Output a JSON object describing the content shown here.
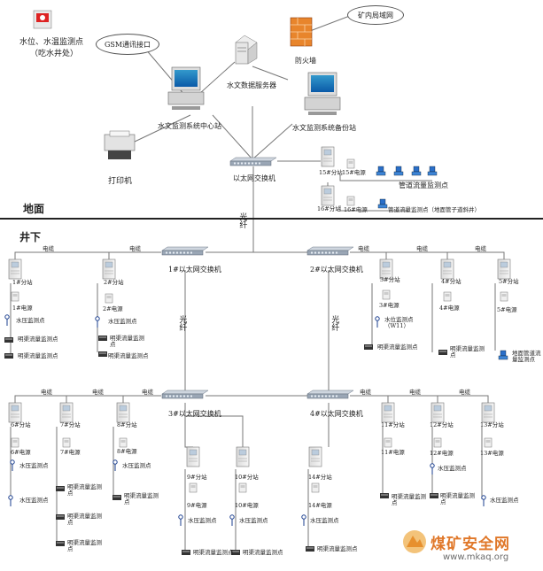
{
  "diagram": {
    "top": {
      "water_level_point": "水位、水温监测点",
      "water_level_sub": "（吃水井处）",
      "gsm": "GSM通讯接口",
      "firewall": "防火墙",
      "lan": "矿内局域网",
      "data_server": "水文数据服务器",
      "center": "水文监测系统中心站",
      "backup": "水文监测系统备份站",
      "printer": "打印机",
      "ethernet_switch": "以太网交换机"
    },
    "surface": {
      "ground": "地面",
      "station15": "15#分站",
      "power15": "15#电源",
      "station16": "16#分站",
      "power16": "16#电源",
      "flow_points": "管道流量监测点",
      "flow_points2": "管道流量监测点（地面管子道斜井）"
    },
    "fiber": "光纤",
    "underground": "井下",
    "cable": "电缆",
    "switches": {
      "s1": "1#以太网交换机",
      "s2": "2#以太网交换机",
      "s3": "3#以太网交换机",
      "s4": "4#以太网交换机"
    },
    "stations": {
      "st1": "1#分站",
      "pw1": "1#电源",
      "st2": "2#分站",
      "pw2": "2#电源",
      "st3": "3#分站",
      "pw3": "3#电源",
      "st4": "4#分站",
      "pw4": "4#电源",
      "st5": "5#分站",
      "pw5": "5#电源",
      "st6": "6#分站",
      "pw6": "6#电源",
      "st7": "7#分站",
      "pw7": "7#电源",
      "st8": "8#分站",
      "pw8": "8#电源",
      "st9": "9#分站",
      "pw9": "9#电源",
      "st10": "10#分站",
      "pw10": "10#电源",
      "st11": "11#分站",
      "pw11": "11#电源",
      "st12": "12#分站",
      "pw12": "12#电源",
      "st13": "13#分站",
      "pw13": "13#电源",
      "st14": "14#分站",
      "pw14": "14#电源"
    },
    "points": {
      "water_pressure": "水压监测点",
      "open_channel": "明渠流量监测点",
      "water_level_w11": "水位监测点（W11）",
      "ground_pipe": "地面管道流量监测点"
    },
    "watermark": {
      "name": "煤矿安全网",
      "url": "www.mkaq.org"
    }
  }
}
